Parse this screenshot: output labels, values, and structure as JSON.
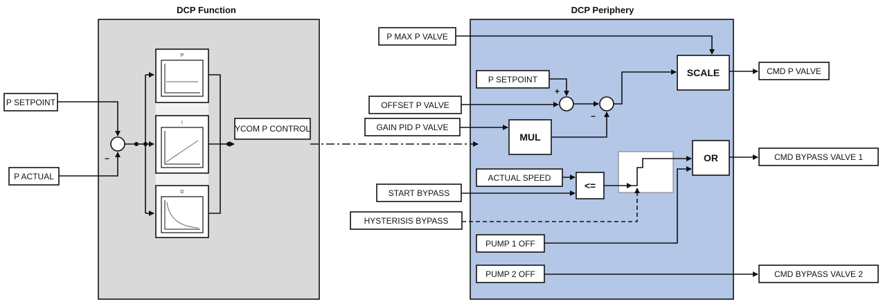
{
  "headers": {
    "function": "DCP Function",
    "periphery": "DCP Periphery"
  },
  "colors": {
    "function_bg": "#d9d9d9",
    "periphery_bg": "#b4c7e7",
    "line": "#111111"
  },
  "function_inputs": {
    "p_setpoint": "P SETPOINT",
    "p_actual": "P ACTUAL"
  },
  "pid": {
    "p": "P",
    "i": "I",
    "d": "D"
  },
  "signs": {
    "minus": "−",
    "plus": "+"
  },
  "function_output": "YCOM P CONTROL",
  "periphery_inputs": {
    "p_max_p_valve": "P MAX P VALVE",
    "p_setpoint": "P SETPOINT",
    "offset_p_valve": "OFFSET P VALVE",
    "gain_pid_p_valve": "GAIN PID P VALVE",
    "actual_speed": "ACTUAL SPEED",
    "start_bypass": "START BYPASS",
    "hysterisis_bypass": "HYSTERISIS BYPASS",
    "pump_1_off": "PUMP 1 OFF",
    "pump_2_off": "PUMP 2 OFF"
  },
  "operators": {
    "scale": "SCALE",
    "mul": "MUL",
    "or": "OR",
    "le": "<="
  },
  "outputs": {
    "cmd_p_valve": "CMD P VALVE",
    "cmd_bypass_valve_1": "CMD BYPASS VALVE 1",
    "cmd_bypass_valve_2": "CMD BYPASS VALVE 2"
  }
}
